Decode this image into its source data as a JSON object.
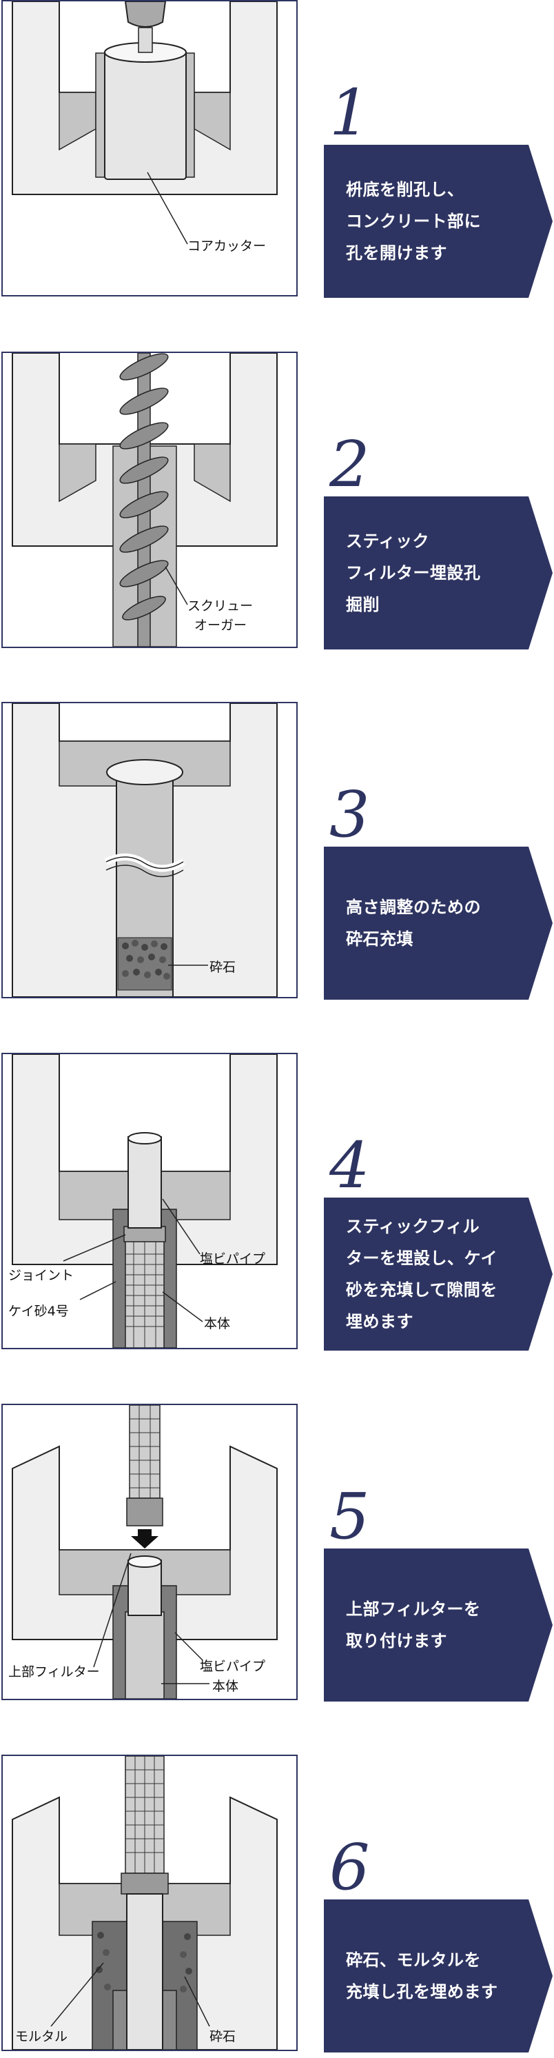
{
  "steps": [
    {
      "num": "1",
      "lines": [
        "枡底を削孔し、",
        "コンクリート部に",
        "孔を開けます"
      ],
      "callouts": [
        "コアカッター"
      ]
    },
    {
      "num": "2",
      "lines": [
        "スティック",
        "フィルター埋設孔",
        "掘削"
      ],
      "callouts": [
        "スクリュー",
        "オーガー"
      ]
    },
    {
      "num": "3",
      "lines": [
        "高さ調整のための",
        "砕石充填"
      ],
      "callouts": [
        "砕石"
      ]
    },
    {
      "num": "4",
      "lines": [
        "スティックフィル",
        "ターを埋設し、ケイ",
        "砂を充填して隙間を",
        "埋めます"
      ],
      "callouts": [
        "塩ビパイプ",
        "ジョイント",
        "ケイ砂4号",
        "本体"
      ]
    },
    {
      "num": "5",
      "lines": [
        "上部フィルターを",
        "取り付けます"
      ],
      "callouts": [
        "上部フィルター",
        "塩ビパイプ",
        "本体"
      ]
    },
    {
      "num": "6",
      "lines": [
        "砕石、モルタルを",
        "充填し孔を埋めます"
      ],
      "callouts": [
        "モルタル",
        "砕石"
      ]
    }
  ],
  "colors": {
    "navy": "#2e3461",
    "concrete": "#efefef",
    "cut": "#bdbdbd",
    "pipe": "#d9d9d9"
  }
}
